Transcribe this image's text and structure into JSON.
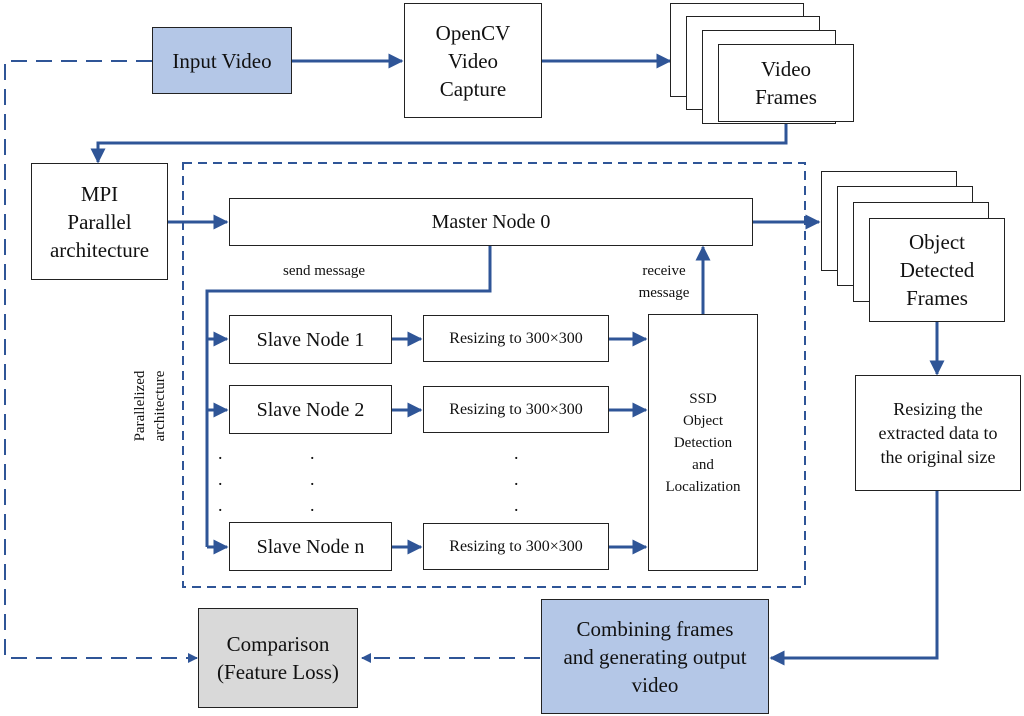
{
  "nodes": {
    "input_video": "Input Video",
    "opencv_capture": "OpenCV\nVideo\nCapture",
    "video_frames": "Video\nFrames",
    "mpi": "MPI\nParallel\narchitecture",
    "master_node": "Master Node 0",
    "slave_1": "Slave Node 1",
    "slave_2": "Slave Node 2",
    "slave_n": "Slave Node n",
    "resize_1": "Resizing to 300×300",
    "resize_2": "Resizing to 300×300",
    "resize_n": "Resizing to 300×300",
    "ssd": "SSD\nObject\nDetection\nand\nLocalization",
    "object_detected_frames": "Object\nDetected\nFrames",
    "resize_original": "Resizing the\nextracted data to\nthe original size",
    "combining": "Combining frames\nand generating output\nvideo",
    "comparison": "Comparison\n(Feature Loss)"
  },
  "labels": {
    "send_message": "send message",
    "receive_message": "receive\nmessage",
    "parallelized": "Parallelized\narchitecture",
    "ellipsis_dot": "."
  },
  "colors": {
    "arrow": "#2f5597",
    "highlight_box": "#b4c7e7",
    "gray_box": "#d9d9d9"
  }
}
